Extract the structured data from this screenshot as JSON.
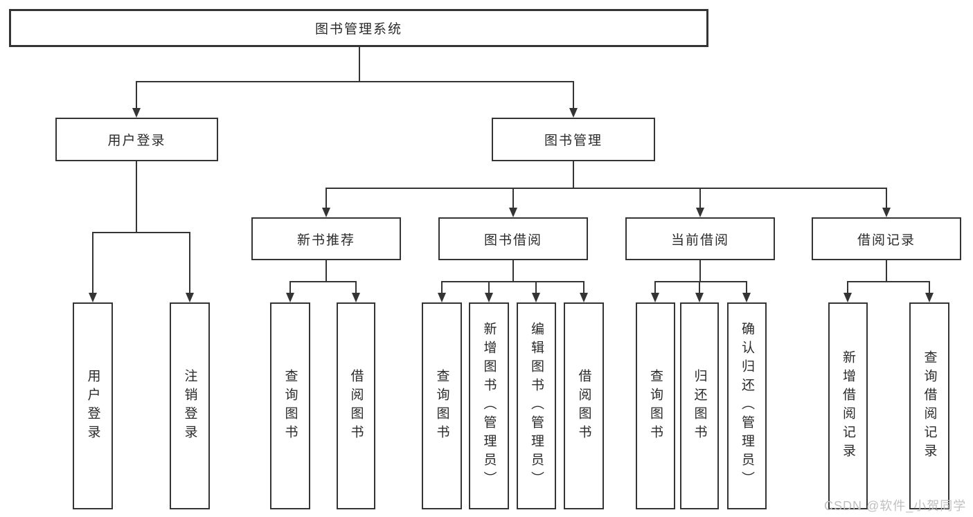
{
  "diagram": {
    "root": {
      "label": "图书管理系统"
    },
    "branches": [
      {
        "label": "用户登录",
        "children": [
          {
            "label": "用户登录"
          },
          {
            "label": "注销登录"
          }
        ]
      },
      {
        "label": "图书管理",
        "children": [
          {
            "label": "新书推荐",
            "children": [
              {
                "label": "查询图书"
              },
              {
                "label": "借阅图书"
              }
            ]
          },
          {
            "label": "图书借阅",
            "children": [
              {
                "label": "查询图书"
              },
              {
                "label": "新增图书（管理员）"
              },
              {
                "label": "编辑图书（管理员）"
              },
              {
                "label": "借阅图书"
              }
            ]
          },
          {
            "label": "当前借阅",
            "children": [
              {
                "label": "查询图书"
              },
              {
                "label": "归还图书"
              },
              {
                "label": "确认归还（管理员）"
              }
            ]
          },
          {
            "label": "借阅记录",
            "children": [
              {
                "label": "新增借阅记录"
              },
              {
                "label": "查询借阅记录"
              }
            ]
          }
        ]
      }
    ]
  },
  "watermark": {
    "text": "CSDN @软件_小贺同学"
  },
  "colors": {
    "line": "#343434",
    "text": "#2a2a2a",
    "watermark": "#c0c0c0",
    "background": "#ffffff"
  }
}
